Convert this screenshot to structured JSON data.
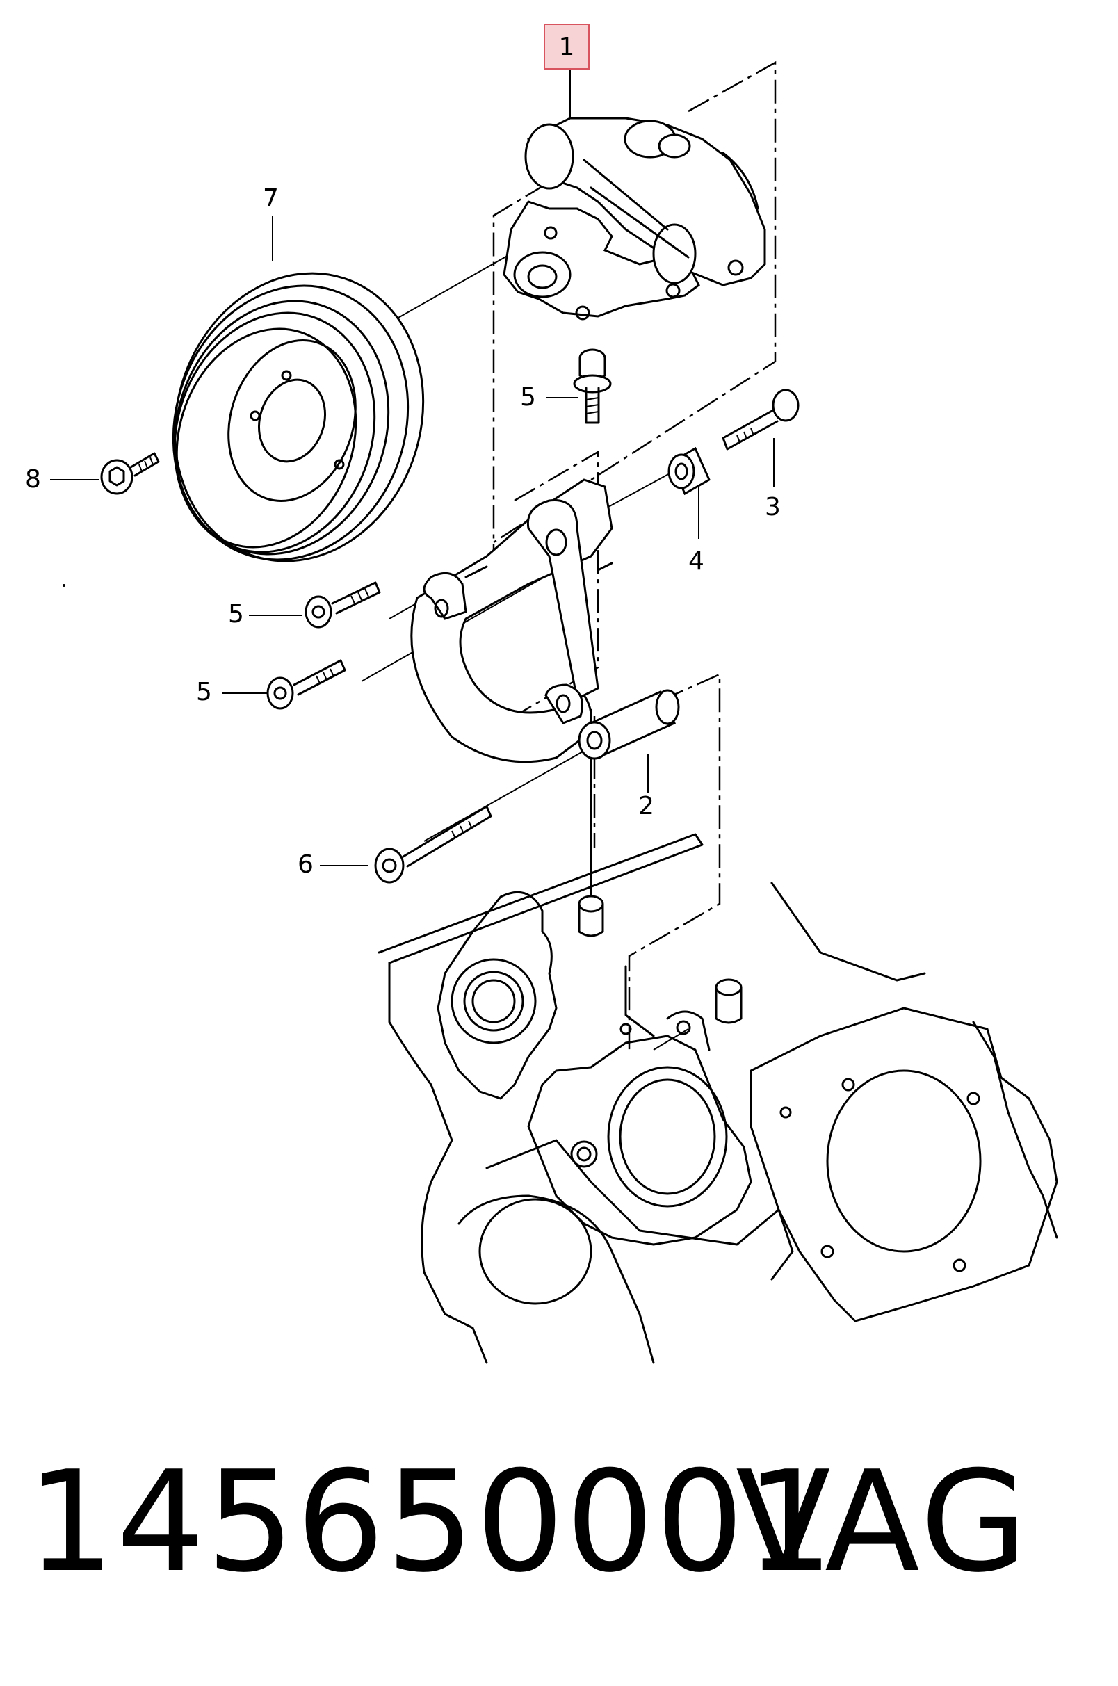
{
  "callouts": {
    "c1": "1",
    "c2": "2",
    "c3": "3",
    "c4": "4",
    "c5a": "5",
    "c5b": "5",
    "c5c": "5",
    "c6": "6",
    "c7": "7",
    "c8": "8"
  },
  "footer": {
    "part_number": "145650001",
    "brand": "VAG"
  },
  "colors": {
    "highlight_fill": "#f7d3d6",
    "highlight_border": "#d8545f",
    "line": "#000000"
  }
}
